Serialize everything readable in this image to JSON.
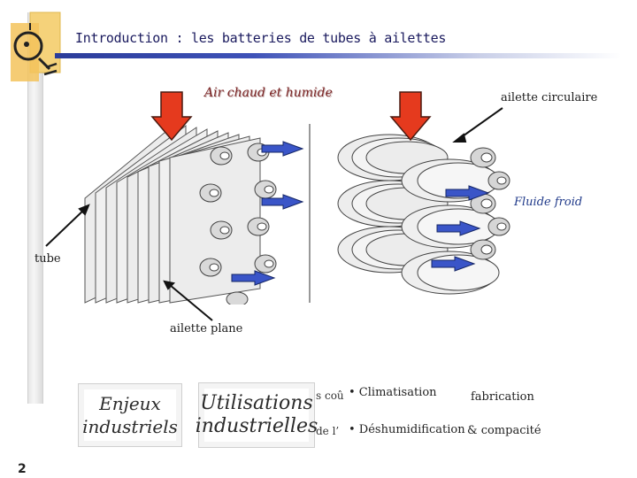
{
  "slide": {
    "title": "Introduction : les batteries de tubes à ailettes",
    "page_number": "2"
  },
  "labels": {
    "air": "Air chaud et humide",
    "ailette_circulaire": "ailette circulaire",
    "fluide_froid": "Fluide froid",
    "tube": "tube",
    "ailette_plane": "ailette plane"
  },
  "boxes": {
    "enjeux": [
      "Enjeux",
      "industriels"
    ],
    "utilisations": [
      "Utilisations",
      "industrielles"
    ]
  },
  "bullets": {
    "items": [
      "• Climatisation",
      "• Déshumidification"
    ],
    "fragments_left": [
      "s coû",
      "de l’"
    ],
    "fragments_right": [
      "fabrication",
      "& compacité"
    ]
  },
  "colors": {
    "title": "#1a1a5e",
    "title_bar": "#2b3c9a",
    "hot_arrow": "#e53a1e",
    "cold_arrow": "#3a55c8",
    "label_red": "#7a2323"
  },
  "icons": [
    "compass-logo-icon",
    "hot-air-arrow-icon",
    "cold-fluid-arrow-icon",
    "pointer-arrow-icon"
  ]
}
